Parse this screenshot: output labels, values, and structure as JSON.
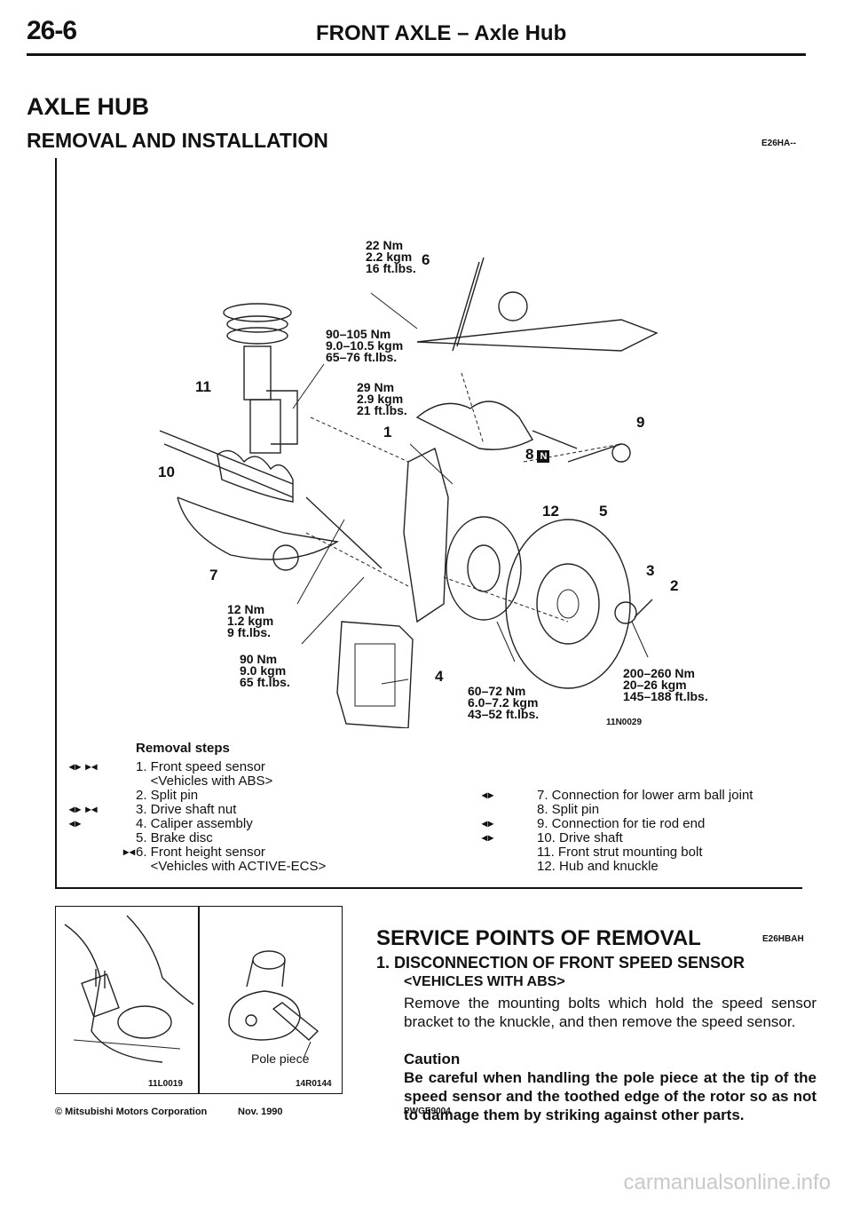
{
  "header": {
    "page_number": "26-6",
    "title": "FRONT AXLE – Axle Hub"
  },
  "section": {
    "title": "AXLE HUB",
    "subtitle": "REMOVAL AND INSTALLATION",
    "code": "E26HA--"
  },
  "diagram": {
    "torques": [
      {
        "lines": [
          "22 Nm",
          "2.2 kgm",
          "16 ft.lbs."
        ]
      },
      {
        "lines": [
          "90–105 Nm",
          "9.0–10.5 kgm",
          "65–76 ft.lbs."
        ]
      },
      {
        "lines": [
          "29 Nm",
          "2.9 kgm",
          "21 ft.lbs."
        ]
      },
      {
        "lines": [
          "12 Nm",
          "1.2 kgm",
          "9 ft.lbs."
        ]
      },
      {
        "lines": [
          "90 Nm",
          "9.0 kgm",
          "65 ft.lbs."
        ]
      },
      {
        "lines": [
          "60–72 Nm",
          "6.0–7.2 kgm",
          "43–52 ft.lbs."
        ]
      },
      {
        "lines": [
          "200–260 Nm",
          "20–26 kgm",
          "145–188 ft.lbs."
        ]
      }
    ],
    "callouts": [
      "6",
      "11",
      "1",
      "9",
      "8",
      "10",
      "12",
      "5",
      "7",
      "3",
      "2",
      "4"
    ],
    "figure_code": "11N0029"
  },
  "removal_steps": {
    "title": "Removal steps",
    "left": [
      {
        "marks": "◂▸ ▸◂",
        "text": "1. Front speed sensor"
      },
      {
        "marks": "",
        "text": "    <Vehicles with ABS>"
      },
      {
        "marks": "",
        "text": "2. Split pin"
      },
      {
        "marks": "◂▸ ▸◂",
        "text": "3. Drive shaft nut"
      },
      {
        "marks": "◂▸",
        "text": "4. Caliper assembly"
      },
      {
        "marks": "",
        "text": "5. Brake disc"
      },
      {
        "marks": "▸◂",
        "text": "6. Front height sensor"
      },
      {
        "marks": "",
        "text": "    <Vehicles with ACTIVE-ECS>"
      }
    ],
    "right": [
      {
        "marks": "◂▸",
        "text": "7. Connection for lower arm ball joint"
      },
      {
        "marks": "",
        "text": "8. Split pin"
      },
      {
        "marks": "◂▸",
        "text": "9. Connection for tie rod end"
      },
      {
        "marks": "◂▸",
        "text": "10. Drive shaft"
      },
      {
        "marks": "",
        "text": "11. Front strut mounting bolt"
      },
      {
        "marks": "",
        "text": "12. Hub and knuckle"
      }
    ]
  },
  "small_figures": {
    "left_code": "11L0019",
    "right_code": "14R0144",
    "pole_piece_label": "Pole piece"
  },
  "service": {
    "title": "SERVICE POINTS OF REMOVAL",
    "code": "E26HBAH",
    "item_heading": "1. DISCONNECTION OF FRONT SPEED SENSOR",
    "item_sub": "<VEHICLES WITH ABS>",
    "body": "Remove the mounting bolts which hold the speed sensor bracket to the knuckle, and then remove the speed sensor.",
    "caution_title": "Caution",
    "caution_body": "Be careful when handling the pole piece at the tip of the speed sensor and the toothed edge of the rotor so as not to damage them by striking against other parts.",
    "doc_code": "PWGE9004"
  },
  "footer": {
    "copyright": "© Mitsubishi Motors Corporation",
    "date": "Nov. 1990"
  },
  "watermark": "carmanualsonline.info"
}
